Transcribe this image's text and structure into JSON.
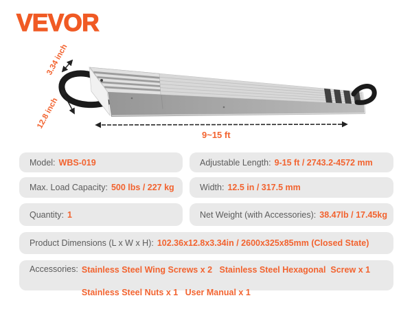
{
  "brand": {
    "name": "VEVOR"
  },
  "colors": {
    "accent_orange": "#F05A24",
    "value_orange": "#F2632F",
    "label_gray": "#5B5B5B",
    "box_background": "#E9E9E9",
    "arrow_black": "#222222"
  },
  "hero": {
    "height_label": "3.34 inch",
    "width_label": "12.8 inch",
    "length_label": "9~15 ft"
  },
  "specs": {
    "rows": [
      {
        "left_label": "Model:",
        "left_value": "WBS-019",
        "right_label": "Adjustable Length:",
        "right_value": "9-15 ft / 2743.2-4572 mm"
      },
      {
        "left_label": "Max. Load Capacity:",
        "left_value": "500 lbs / 227 kg",
        "right_label": "Width:",
        "right_value": "12.5 in / 317.5 mm"
      },
      {
        "left_label": "Quantity:",
        "left_value": "1",
        "right_label": "Net Weight (with Accessories):",
        "right_value": "38.47lb / 17.45kg"
      }
    ],
    "dimensions": {
      "label": "Product Dimensions (L x W x H):",
      "value": "102.36x12.8x3.34in / 2600x325x85mm (Closed State)"
    },
    "accessories": {
      "label": "Accessories:",
      "line1": "Stainless Steel Wing Screws x 2   Stainless Steel Hexagonal  Screw x 1",
      "line2": "Stainless Steel Nuts x 1   User Manual x 1"
    }
  }
}
